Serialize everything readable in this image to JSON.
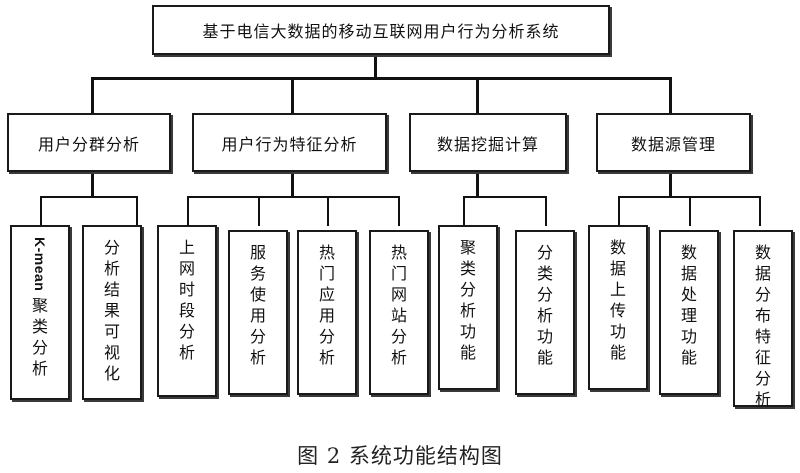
{
  "root": {
    "label": "基于电信大数据的移动互联网用户行为分析系统"
  },
  "branches": [
    {
      "id": "user-cluster",
      "label": "用户分群分析",
      "children": [
        {
          "label": "K-mean聚类分析"
        },
        {
          "label": "分析结果可视化"
        }
      ]
    },
    {
      "id": "behavior",
      "label": "用户行为特征分析",
      "children": [
        {
          "label": "上网时段分析"
        },
        {
          "label": "服务使用分析"
        },
        {
          "label": "热门应用分析"
        },
        {
          "label": "热门网站分析"
        }
      ]
    },
    {
      "id": "mining",
      "label": "数据挖掘计算",
      "children": [
        {
          "label": "聚类分析功能"
        },
        {
          "label": "分类分析功能"
        }
      ]
    },
    {
      "id": "datasource",
      "label": "数据源管理",
      "children": [
        {
          "label": "数据上传功能"
        },
        {
          "label": "数据处理功能"
        },
        {
          "label": "数据分布特征分析"
        }
      ]
    }
  ],
  "caption": "图 2 系统功能结构图"
}
